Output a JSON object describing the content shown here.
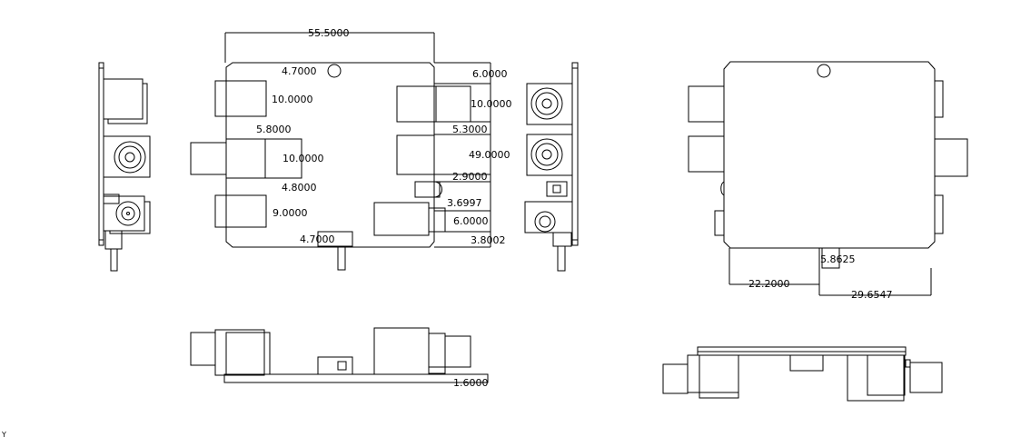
{
  "drawing": {
    "line_color": "#000000",
    "background": "#ffffff",
    "top_view": {
      "overall_width": "55.5000",
      "left_dims": [
        "4.7000",
        "10.0000",
        "5.8000",
        "10.0000",
        "4.8000",
        "9.0000",
        "4.7000"
      ],
      "right_dims": [
        "6.0000",
        "10.0000",
        "5.3000",
        "49.0000",
        "2.9000",
        "3.6997",
        "6.0000",
        "3.8002"
      ]
    },
    "front_view": {
      "thickness": "1.6000"
    },
    "bottom_view": {
      "offset_a": "5.8625",
      "offset_b": "22.2000",
      "offset_c": "29.6547"
    },
    "corner_mark": "Y"
  }
}
